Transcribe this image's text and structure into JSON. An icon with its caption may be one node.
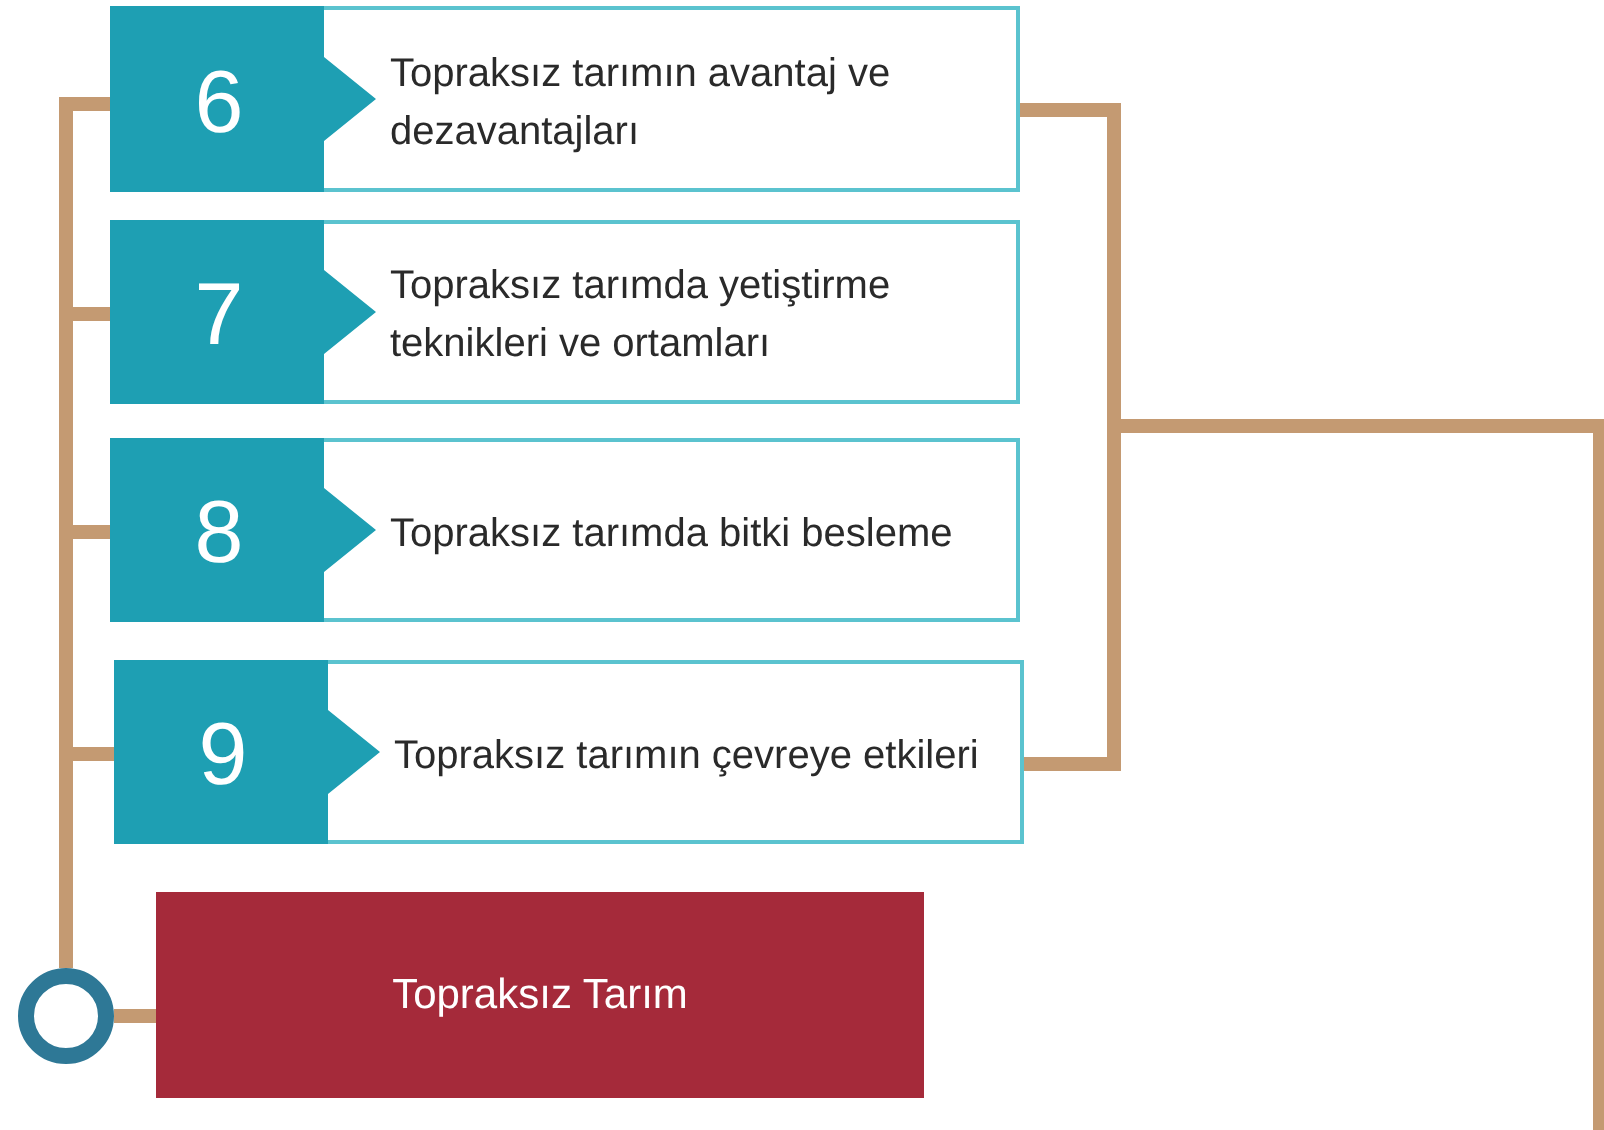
{
  "diagram": {
    "nodes": [
      {
        "text": [
          "6",
          "Topraksız tarımın avantaj ve dezavantajları"
        ]
      },
      {
        "text": [
          "7",
          "Topraksız tarımda yetiştirme teknikleri ve ortamları"
        ]
      },
      {
        "text": [
          "8",
          "Topraksız tarımda bitki besleme"
        ]
      },
      {
        "text": [
          "9",
          "Topraksız tarımın çevreye etkileri"
        ]
      },
      {
        "text": [
          "Topraksız Tarım"
        ]
      },
      {
        "text": [],
        "shape": "circle"
      }
    ],
    "edges": [
      {
        "from": 5,
        "to": 0,
        "arrow": "none"
      },
      {
        "from": 5,
        "to": 1,
        "arrow": "none"
      },
      {
        "from": 5,
        "to": 2,
        "arrow": "none"
      },
      {
        "from": 5,
        "to": 3,
        "arrow": "none"
      },
      {
        "from": 5,
        "to": 4,
        "arrow": "none"
      },
      {
        "from": 0,
        "to": null,
        "arrow": "none"
      },
      {
        "from": 3,
        "to": null,
        "arrow": "none"
      }
    ]
  }
}
